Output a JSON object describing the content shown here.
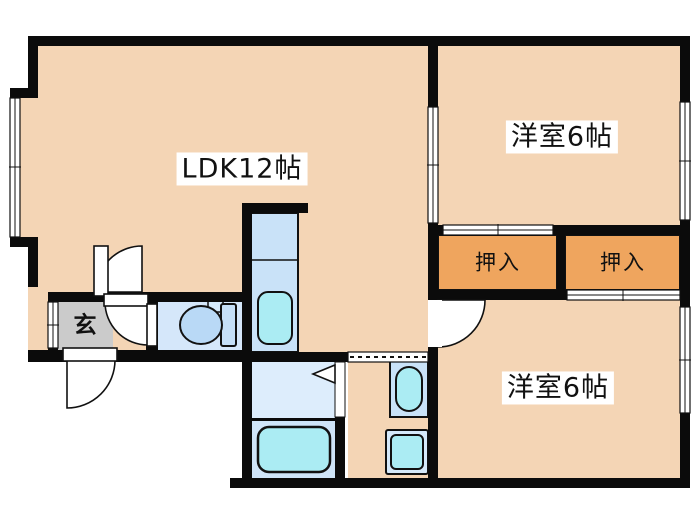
{
  "floorplan": {
    "title": "apartment-floorplan-2LDK",
    "rooms": [
      {
        "id": "ldk",
        "label": "LDK12帖",
        "type": "living-dining-kitchen",
        "size_jo": 12
      },
      {
        "id": "western-room-top",
        "label": "洋室6帖",
        "type": "western-room",
        "size_jo": 6
      },
      {
        "id": "western-room-bottom",
        "label": "洋室6帖",
        "type": "western-room",
        "size_jo": 6
      },
      {
        "id": "closet-left",
        "label": "押入",
        "type": "oshiire-closet"
      },
      {
        "id": "closet-right",
        "label": "押入",
        "type": "oshiire-closet"
      },
      {
        "id": "entrance",
        "label": "玄",
        "type": "genkan-entrance"
      }
    ],
    "fixtures": [
      "kitchen-counter-with-sink",
      "toilet",
      "bathtub",
      "wash-basin",
      "washing-machine-pan"
    ],
    "openings": [
      "bay-window-left",
      "entrance-side-window",
      "partition-window-ldk",
      "window-right-top-room",
      "window-right-bottom-room",
      "sliding-door-closet-left-top",
      "sliding-door-closet-right-bottom",
      "accordion-door-hallway",
      "bath-folding-door",
      "hinged-door-ldk",
      "hinged-door-hall",
      "hinged-door-bottom-room",
      "entrance-door"
    ],
    "colors": {
      "wall": "#0b0b0b",
      "room_floor": "#f4d5b5",
      "closet_floor": "#efa55e",
      "genkan_floor": "#cbcbcb",
      "toilet_floor": "#d5e7fa",
      "washroom_floor": "#ddedfc",
      "bath_floor": "#cfe4f8",
      "fixture_blue": "#c9e2f8",
      "fixture_cyan": "#abecf3",
      "label_bg": "#ffffff",
      "label_text": "#111111"
    }
  }
}
